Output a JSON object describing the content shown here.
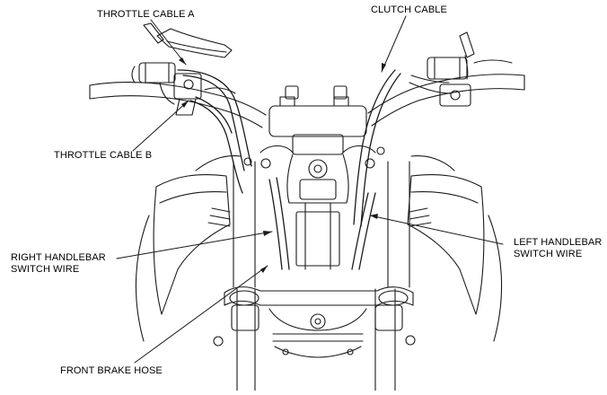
{
  "labels": {
    "throttle_cable_a": "THROTTLE CABLE A",
    "clutch_cable": "CLUTCH CABLE",
    "throttle_cable_b": "THROTTLE CABLE B",
    "right_handlebar_line1": "RIGHT HANDLEBAR",
    "right_handlebar_line2": "SWITCH WIRE",
    "left_handlebar_line1": "LEFT HANDLEBAR",
    "left_handlebar_line2": "SWITCH WIRE",
    "front_brake_hose": "FRONT BRAKE HOSE"
  }
}
